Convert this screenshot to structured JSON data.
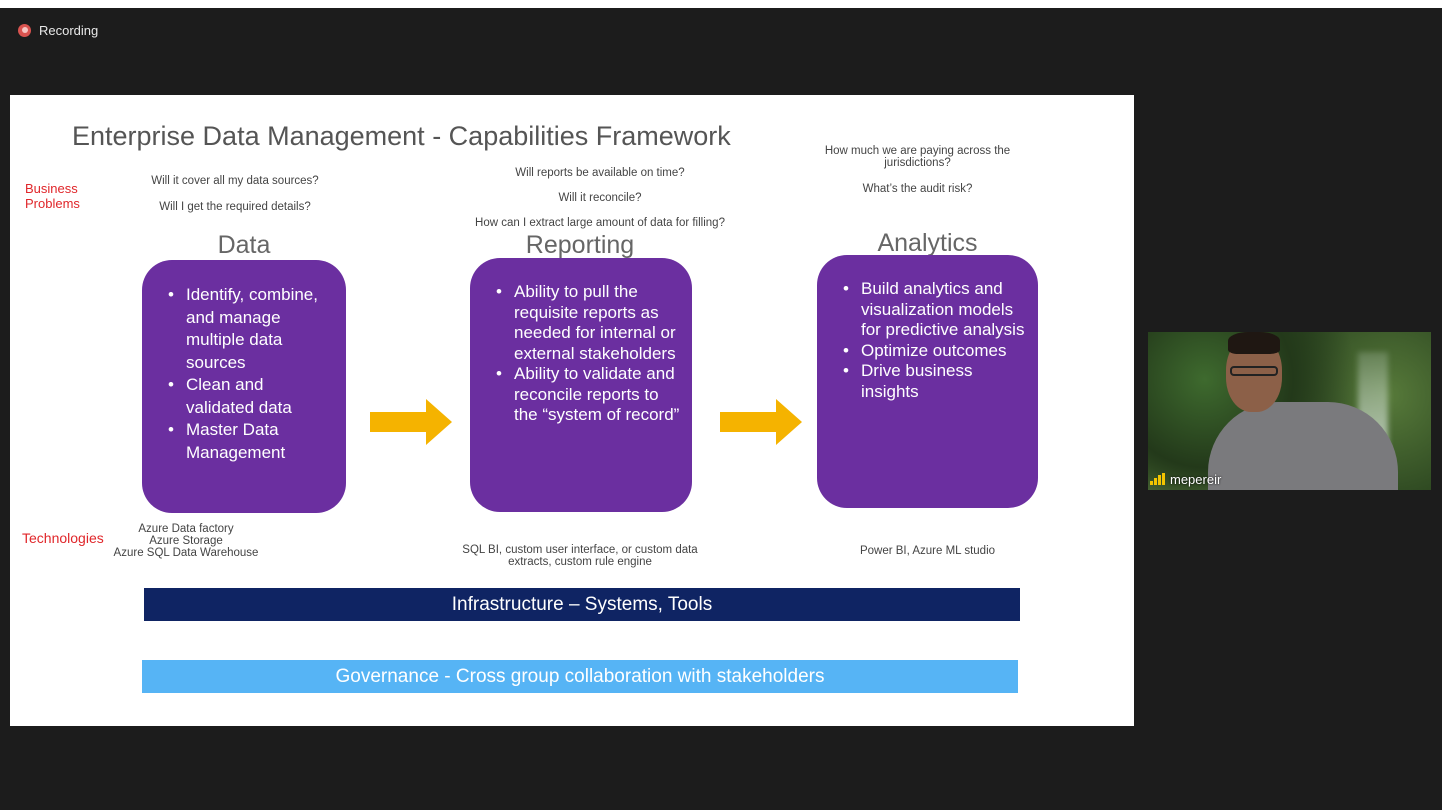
{
  "meeting": {
    "recording_label": "Recording"
  },
  "slide": {
    "title": "Enterprise Data Management - Capabilities Framework",
    "labels": {
      "business_problems": "Business\nProblems",
      "technologies": "Technologies"
    },
    "columns": [
      {
        "heading": "Data",
        "questions": [
          "Will it cover all my data sources?",
          "Will I get the required details?"
        ],
        "bullets": [
          "Identify, combine, and manage multiple data sources",
          "Clean and validated data",
          "Master Data Management"
        ],
        "technologies": "Azure Data factory\nAzure Storage\nAzure SQL Data Warehouse"
      },
      {
        "heading": "Reporting",
        "questions": [
          "Will reports be available on time?",
          "Will it reconcile?",
          "How can I extract large amount of data for filling?"
        ],
        "bullets": [
          "Ability to pull the requisite reports as needed for internal or external stakeholders",
          "Ability to validate and reconcile reports to the “system of record”"
        ],
        "technologies": "SQL BI, custom user interface, or custom data\nextracts, custom rule engine"
      },
      {
        "heading": "Analytics",
        "questions": [
          "How much we are paying across the\njurisdictions?",
          "What’s the audit risk?"
        ],
        "bullets": [
          "Build analytics and visualization models for predictive analysis",
          "Optimize outcomes",
          "Drive business insights"
        ],
        "technologies": "Power BI, Azure ML studio"
      }
    ],
    "infrastructure_bar": "Infrastructure – Systems, Tools",
    "governance_bar": "Governance - Cross group collaboration with stakeholders",
    "colors": {
      "box": "#6b2fa0",
      "arrow": "#f5b300",
      "infra": "#0f2463",
      "governance": "#56b4f5",
      "red_label": "#e0262a"
    }
  },
  "participant": {
    "name": "mepereir"
  }
}
